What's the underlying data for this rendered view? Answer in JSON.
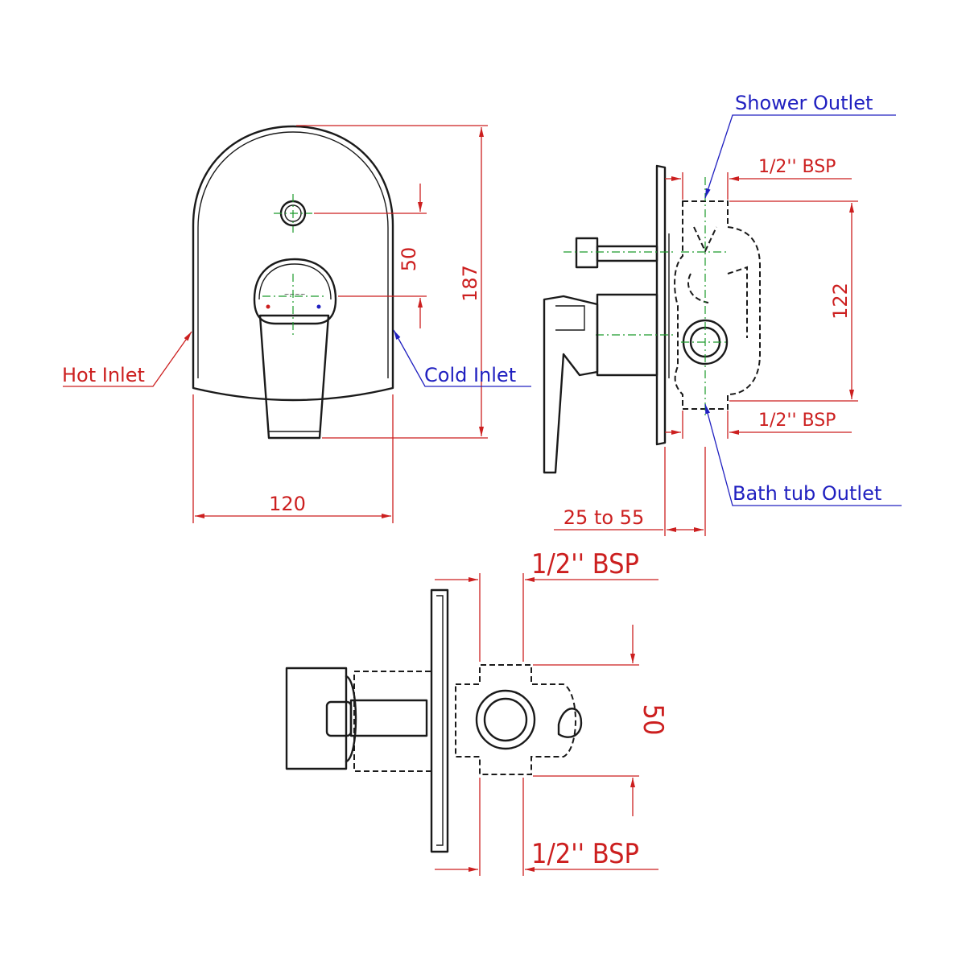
{
  "colors": {
    "dimension": "#cc1f1f",
    "callout_blue": "#2020c0",
    "centerline": "#1a9a2a",
    "object": "#1a1a1a",
    "background": "#ffffff"
  },
  "front_view": {
    "width": "120",
    "height": "187",
    "handle_offset": "50",
    "hot_inlet": "Hot Inlet",
    "cold_inlet": "Cold Inlet"
  },
  "side_view": {
    "shower_outlet": "Shower Outlet",
    "bath_tub_outlet": "Bath tub Outlet",
    "top_thread": "1/2'' BSP",
    "bottom_thread": "1/2'' BSP",
    "body_height": "122",
    "wall_depth": "25 to 55"
  },
  "top_view": {
    "top_thread": "1/2'' BSP",
    "bottom_thread": "1/2'' BSP",
    "width": "50"
  }
}
